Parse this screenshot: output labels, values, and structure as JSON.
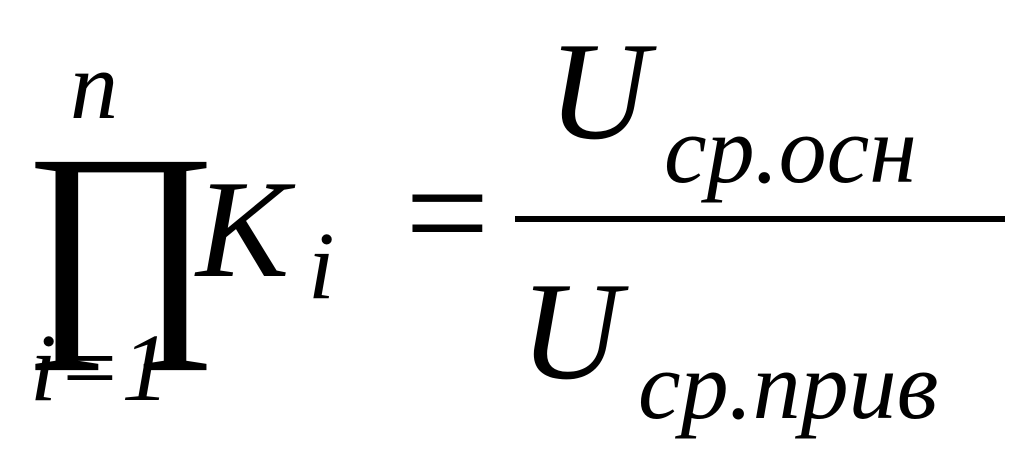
{
  "formula": {
    "product_symbol": "∏",
    "upper_limit": "n",
    "lower_limit": "i=1",
    "base_variable": "K",
    "base_subscript": "i",
    "equals": "=",
    "numerator": {
      "variable": "U",
      "subscript": "ср.осн"
    },
    "denominator": {
      "variable": "U",
      "subscript": "ср.прив"
    }
  }
}
